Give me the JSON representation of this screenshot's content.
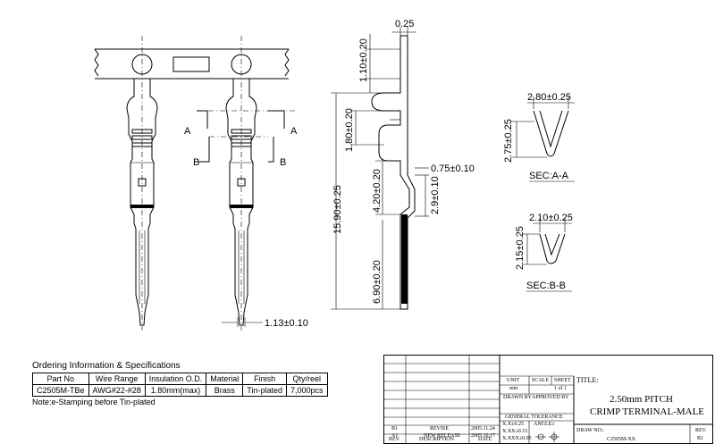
{
  "dimensions": {
    "d_025": "0.25",
    "d_110": "1.10±0.20",
    "d_180": "1.80±0.20",
    "d_420": "4.20±0.20",
    "d_1590": "15.90±0.25",
    "d_690": "6.90±0.20",
    "d_075": "0.75±0.10",
    "d_290": "2.9±0.10",
    "d_113": "1.13±0.10"
  },
  "section_labels": {
    "a1": "A",
    "a2": "A",
    "b1": "B",
    "b2": "B"
  },
  "section_aa": {
    "width": "2.80±0.25",
    "height": "2.75±0.25",
    "caption": "SEC:A-A"
  },
  "section_bb": {
    "width": "2.10±0.25",
    "height": "2.15±0.25",
    "caption": "SEC:B-B"
  },
  "ordering": {
    "title": "Ordering Information & Specifications",
    "headers": [
      "Part No",
      "Wire Range",
      "Insulation O.D.",
      "Material",
      "Finish",
      "Qty/reel"
    ],
    "row": [
      "C2505M-TBe",
      "AWG#22-#28",
      "1.80mm(max)",
      "Brass",
      "Tin-plated",
      "7,000pcs"
    ],
    "note": "Note:e-Stamping before Tin-plated"
  },
  "title_block": {
    "unit_label": "UNIT",
    "scale_label": "SCALE",
    "sheet_label": "SHEET",
    "unit_value": "mm",
    "sheet_value": "1 of 1",
    "drawn_by": "DRAWN BY",
    "approved_by": "APPROVED BY",
    "general_tolerance": "GENERAL TOLERANCE",
    "tol1": "X.X±0.25",
    "tol2": "X.XX±0.15",
    "tol3": "X.XXX±0.05",
    "angle": "ANGLE±",
    "title_label": "TITLE:",
    "title_line1": "2.50mm PITCH",
    "title_line2": "CRIMP TERMINAL-MALE",
    "draw_no_label": "DRAW NO.:",
    "draw_no": "C2505M-XX",
    "rev_label": "REV.",
    "rev_value": "B1",
    "rev_rows": [
      {
        "rev": "B1",
        "desc": "REVISE",
        "date": "2005.11.24"
      },
      {
        "rev": "A1",
        "desc": "NEW RELEASE",
        "date": "2005.10.17"
      }
    ],
    "rev_col": "REV.",
    "desc_col": "DESCRIPTION",
    "date_col": "DATE"
  }
}
